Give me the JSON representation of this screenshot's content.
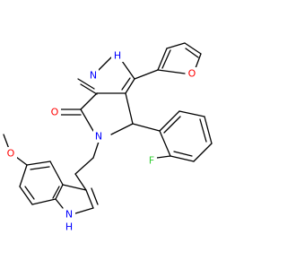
{
  "molecule": {
    "atoms": {
      "n_upper": {
        "text": "N",
        "color": "#0000ff"
      },
      "nh_pyrazole": {
        "text": "H",
        "color": "#0000ff"
      },
      "o_furan": {
        "text": "O",
        "color": "#ff0000"
      },
      "o_carbonyl": {
        "text": "O",
        "color": "#ff0000"
      },
      "n_lactam": {
        "text": "N",
        "color": "#0000ff"
      },
      "f_fluoro": {
        "text": "F",
        "color": "#33cc33"
      },
      "o_methoxy": {
        "text": "O",
        "color": "#ff0000"
      },
      "n_indole": {
        "text": "N",
        "color": "#0000ff"
      },
      "h_indole": {
        "text": "H",
        "color": "#0000ff"
      }
    }
  }
}
